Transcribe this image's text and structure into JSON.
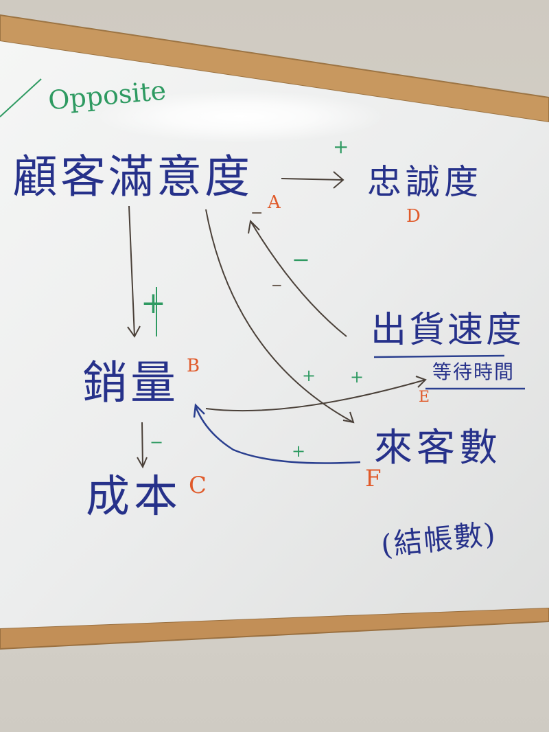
{
  "board": {
    "heading": "Opposite",
    "node_satisfaction": "顧客滿意度",
    "node_loyalty": "忠誠度",
    "node_sales": "銷量",
    "node_cost": "成本",
    "node_speed": "出貨速度",
    "node_wait_time": "等待時間",
    "node_visitors": "來客數",
    "node_visitors_note": "(結帳數)",
    "label_a": "A",
    "label_b": "B",
    "label_c": "C",
    "label_d": "D",
    "label_e": "E",
    "label_f": "F",
    "sign_loyalty": "+",
    "sign_sales": "+",
    "sign_speed": "−",
    "sign_cost": "−",
    "sign_visitors_1": "+",
    "sign_visitors_2": "+",
    "sign_visitors_3": "+",
    "small_minus_1": "−",
    "small_minus_2": "−"
  },
  "colors": {
    "marker_blue": "#26318a",
    "marker_orange": "#e05a2a",
    "marker_green": "#2e9a61",
    "marker_brown": "#6a5a4c",
    "frame_wood": "#c8985f"
  }
}
